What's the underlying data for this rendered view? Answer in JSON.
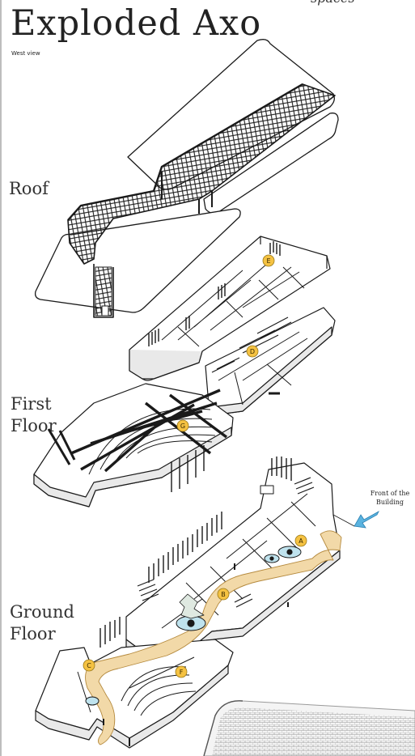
{
  "title": "Exploded Axo",
  "top_cut_text": "spaces",
  "subtitle": "West view",
  "labels": {
    "roof": "Roof",
    "first_floor": "First\nFloor",
    "ground_floor": "Ground\nFloor"
  },
  "front_label": "Front of the\nBuilding",
  "markers": [
    "E",
    "D",
    "G",
    "A",
    "B",
    "C",
    "F"
  ],
  "colors": {
    "line": "#1a1a1a",
    "marker_fill": "#f5c242",
    "path_fill": "#f2d9a8",
    "pool_fill": "#bfe3ee",
    "arrow_fill": "#5ab3e0",
    "tree_fill": "#dfe9e1",
    "wall_shade": "#cfcfcf"
  }
}
